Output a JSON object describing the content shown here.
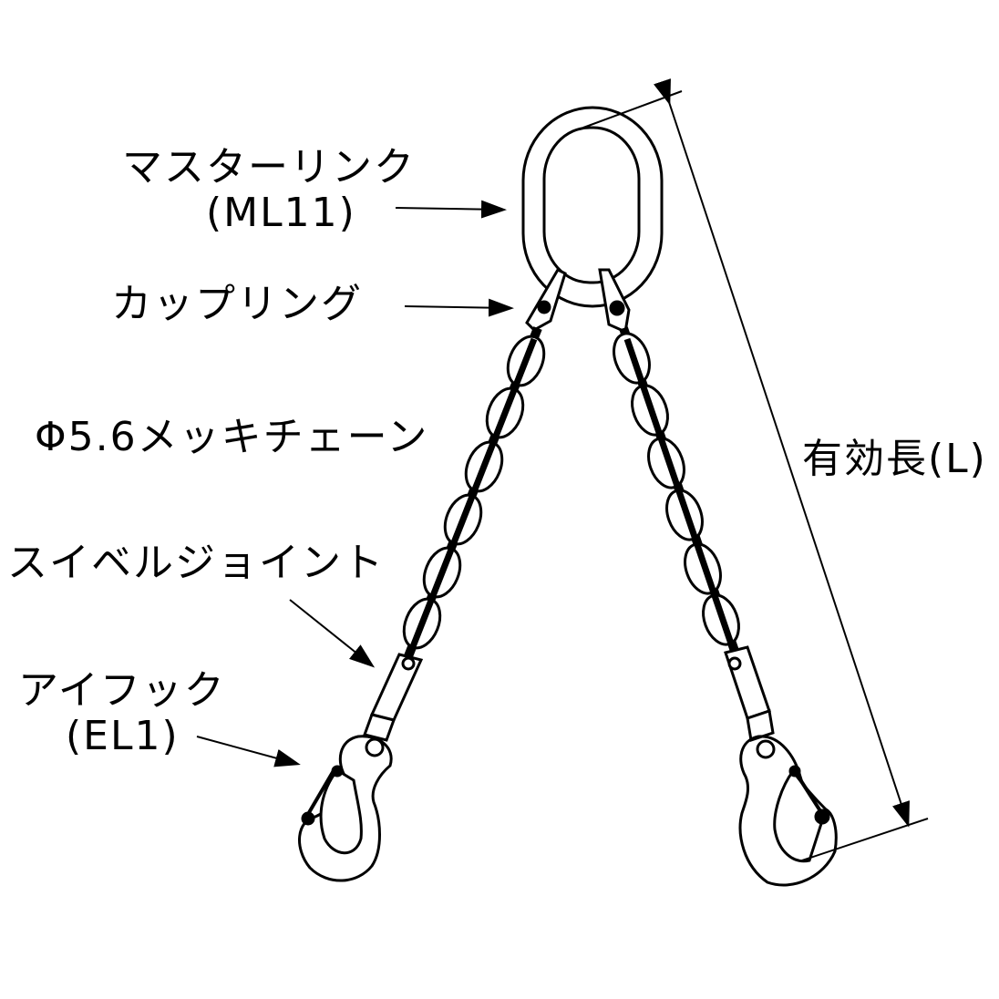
{
  "diagram": {
    "type": "two-leg chain sling",
    "labels": {
      "master_link": "マスターリンク",
      "master_link_code": "(ML11)",
      "coupling": "カップリング",
      "chain": "Φ5.6メッキチェーン",
      "swivel_joint": "スイベルジョイント",
      "eye_hook": "アイフック",
      "eye_hook_code": "(EL1)",
      "effective_length": "有効長(L)"
    },
    "colors": {
      "ink": "#000000",
      "background": "#ffffff"
    },
    "chain_links_per_leg": 6
  }
}
